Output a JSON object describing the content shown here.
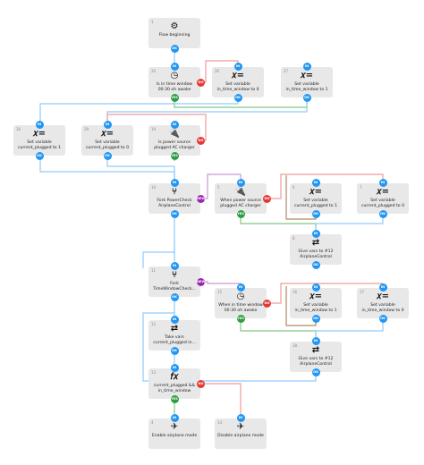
{
  "colors": {
    "node_bg": "#e8e8e8",
    "port_blue": "#2196f3",
    "port_green": "#2e9e44",
    "port_red": "#e53935",
    "port_purple": "#9c27b0",
    "wire_blue": "#90caf9",
    "wire_green": "#81c784",
    "wire_red": "#ef9a9a",
    "wire_purple": "#ce93d8",
    "wire_brown": "#b08968"
  },
  "ports": {
    "in": "IN",
    "ok": "OK",
    "yes": "YES",
    "no": "NO",
    "new": "NEW"
  },
  "nodes": [
    {
      "id": "n1",
      "num": "1",
      "icon": "gear-icon",
      "glyph": "⚙",
      "label": "Flow beginning"
    },
    {
      "id": "n20",
      "num": "20",
      "icon": "clock-icon",
      "glyph": "◷",
      "label": "Is in time window 00:30 oh awake"
    },
    {
      "id": "n26",
      "num": "26",
      "icon": "variable-icon",
      "glyph": "𝑥=",
      "label": "Set variable in_time_window to 0"
    },
    {
      "id": "n27",
      "num": "27",
      "icon": "variable-icon",
      "glyph": "𝑥=",
      "label": "Set variable in_time_window to 1"
    },
    {
      "id": "n30",
      "num": "30",
      "icon": "variable-icon",
      "glyph": "𝑥=",
      "label": "Set variable current_plugged to 1"
    },
    {
      "id": "n29",
      "num": "29",
      "icon": "variable-icon",
      "glyph": "𝑥=",
      "label": "Set variable current_plugged to 0"
    },
    {
      "id": "n19",
      "num": "19",
      "icon": "plug-icon",
      "glyph": "🔌",
      "label": "Is power source plugged AC charger"
    },
    {
      "id": "n10",
      "num": "10",
      "icon": "fork-icon",
      "glyph": "⑂",
      "label": "Fork PowerCheck AirplaneControl"
    },
    {
      "id": "n5",
      "num": "5",
      "icon": "plug-icon",
      "glyph": "🔌",
      "label": "When power source plugged AC charger"
    },
    {
      "id": "n6",
      "num": "6",
      "icon": "variable-icon",
      "glyph": "𝑥=",
      "label": "Set variable current_plugged to 1"
    },
    {
      "id": "n7",
      "num": "7",
      "icon": "variable-icon",
      "glyph": "𝑥=",
      "label": "Set variable current_plugged to 0"
    },
    {
      "id": "n8",
      "num": "8",
      "icon": "give-icon",
      "glyph": "⇄",
      "label": "Give vars to #12 AirplaneControl"
    },
    {
      "id": "n11",
      "num": "11",
      "icon": "fork-icon",
      "glyph": "⑂",
      "label": "Fork TimeWindowCheck..."
    },
    {
      "id": "n15",
      "num": "15",
      "icon": "clock-icon",
      "glyph": "◷",
      "label": "When in time window 00:30 oh awake"
    },
    {
      "id": "n16",
      "num": "16",
      "icon": "variable-icon",
      "glyph": "𝑥=",
      "label": "Set variable in_time_window to 1"
    },
    {
      "id": "n17",
      "num": "17",
      "icon": "variable-icon",
      "glyph": "𝑥=",
      "label": "Set variable in_time_window to 0"
    },
    {
      "id": "n18",
      "num": "18",
      "icon": "give-icon",
      "glyph": "⇄",
      "label": "Give vars to #12 AirplaneControl"
    },
    {
      "id": "n12",
      "num": "12",
      "icon": "take-icon",
      "glyph": "⇄",
      "label": "Take vars current_plugged in..."
    },
    {
      "id": "n13",
      "num": "13",
      "icon": "function-icon",
      "glyph": "𝑓𝑥",
      "label": "current_plugged && in_time_window"
    },
    {
      "id": "n4",
      "num": "4",
      "icon": "airplane-icon",
      "glyph": "✈",
      "label": "Enable airplane mode"
    },
    {
      "id": "n14",
      "num": "14",
      "icon": "airplane-icon",
      "glyph": "✈",
      "label": "Disable airplane mode"
    }
  ]
}
